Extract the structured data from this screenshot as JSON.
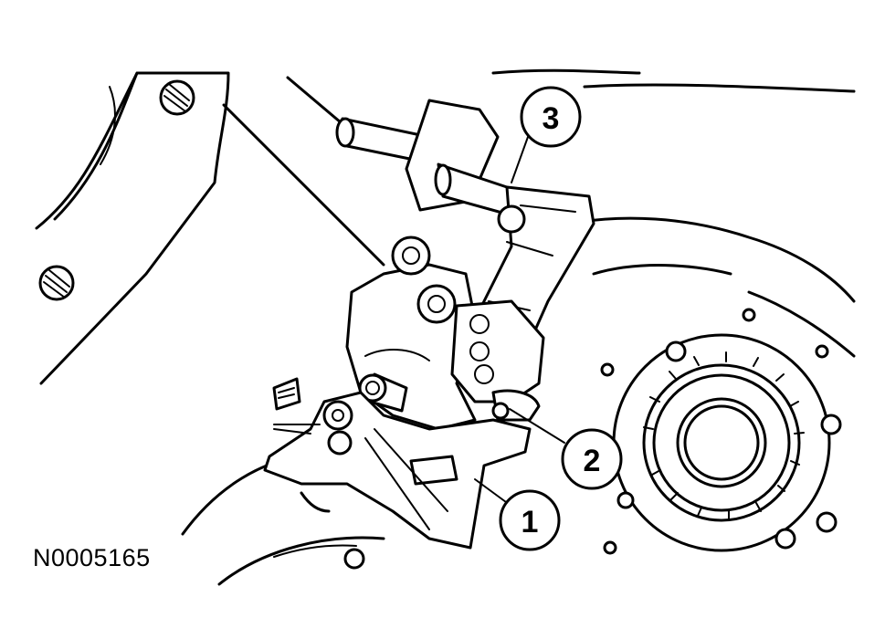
{
  "figure": {
    "code": "N0005165"
  },
  "callouts": [
    {
      "number": "1"
    },
    {
      "number": "2"
    },
    {
      "number": "3"
    }
  ]
}
